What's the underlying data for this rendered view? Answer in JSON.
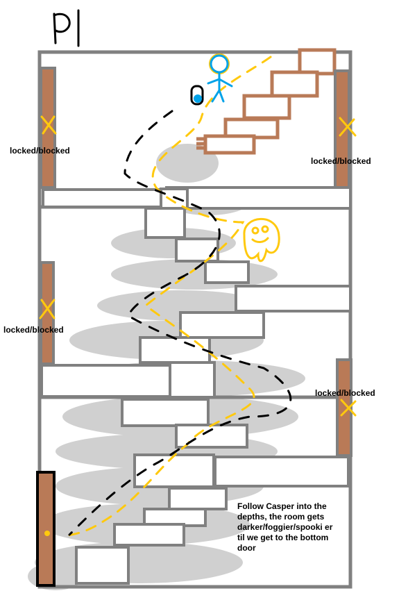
{
  "title": "PI",
  "labels": {
    "left_top": "locked/blocked",
    "right_top": "locked/blocked",
    "left_middle": "locked/blocked",
    "right_middle": "locked/blocked"
  },
  "note": "Follow Casper into the depths, the room gets darker/foggier/spooki er til we get to the bottom door",
  "colors": {
    "wall": "#808080",
    "door": "#b97a57",
    "path": "#ffc90e",
    "figure": "#00a2e8",
    "fog": "#c3c3c3",
    "mark": "#ffc90e"
  }
}
